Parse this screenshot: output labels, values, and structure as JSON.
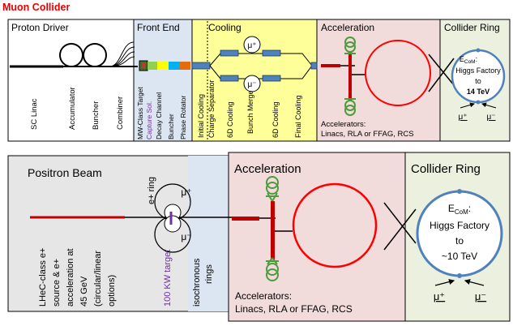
{
  "title": "Muon Collider",
  "top": {
    "sections": {
      "proton_driver": "Proton Driver",
      "front_end": "Front End",
      "cooling": "Cooling",
      "acceleration": "Acceleration",
      "collider_ring": "Collider Ring"
    },
    "proton_labels": [
      "SC Linac",
      "Accumulator",
      "Buncher",
      "Combiner"
    ],
    "front_end_labels": [
      "MW-Class Target",
      "Capture Sol.",
      "Decay Channel",
      "Buncher",
      "Phase Rotator"
    ],
    "cooling_labels": [
      "Initial Cooling",
      "Charge Separator",
      "6D Cooling",
      "Bunch Merge",
      "6D Cooling",
      "Final Cooling"
    ],
    "mu_plus": "μ⁺",
    "mu_minus": "μ⁻",
    "accelerators": [
      "Accelerators:",
      "Linacs, RLA or FFAG, RCS"
    ],
    "ring_text": [
      "E",
      "CoM",
      ":",
      "Higgs Factory",
      "to",
      "14 TeV"
    ],
    "ring_mu_plus": "μ⁺",
    "ring_mu_minus": "μ⁻"
  },
  "bottom": {
    "sections": {
      "positron_beam": "Positron Beam",
      "acceleration": "Acceleration",
      "collider_ring": "Collider Ring"
    },
    "positron_labels": [
      "LHeC-class e+",
      "source & e+",
      "acceleration at",
      "45 GeV",
      "(circular/linear",
      "options)"
    ],
    "target_label": "100 KW target",
    "iso_label": [
      "isochronous",
      "rings"
    ],
    "eplus_ring": "e+ ring",
    "mu_plus": "μ⁺",
    "mu_minus": "μ⁻",
    "accelerators": [
      "Accelerators:",
      "Linacs, RLA or FFAG, RCS"
    ],
    "ring_text": [
      "E",
      "CoM",
      ":",
      "Higgs Factory",
      "to",
      "~10 TeV"
    ],
    "ring_mu_plus": "μ⁺",
    "ring_mu_minus": "μ⁻"
  },
  "colors": {
    "title_red": "#e60000",
    "front_end_fill": "#dce6f2",
    "cooling_fill": "#ffff99",
    "acceleration_fill": "#f2dcdb",
    "collider_fill": "#ebf1de",
    "positron_fill": "#e7e6e6",
    "iso_fill": "#dce6f2",
    "ring_red": "#ff0000",
    "ring_blue": "#4f81bd",
    "green": "#4e9a3c",
    "target_purple": "#7030a0"
  }
}
